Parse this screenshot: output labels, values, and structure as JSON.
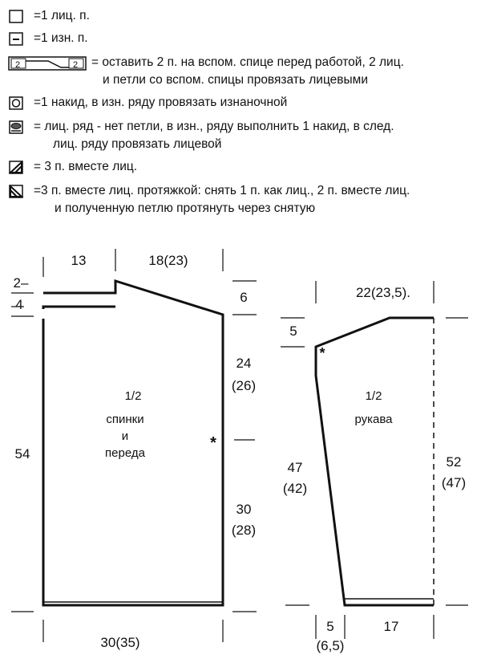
{
  "legend": [
    {
      "symbol": "empty-square-icon",
      "text": "=1 лиц. п."
    },
    {
      "symbol": "dash-square-icon",
      "text": "=1 изн. п."
    },
    {
      "symbol": "cable-cross-icon",
      "cable_left": "2",
      "cable_right": "2",
      "text": "= оставить 2 п. на вспом. спице перед работой, 2 лиц.",
      "text2": "и петли со вспом. спицы провязать лицевыми"
    },
    {
      "symbol": "circle-square-icon",
      "text": "=1 накид, в изн. ряду провязать изнаночной"
    },
    {
      "symbol": "filled-oval-square-icon",
      "text": "= лиц. ряд - нет петли, в изн., ряду выполнить 1 накид, в след.",
      "text2": "лиц. ряду провязать лицевой"
    },
    {
      "symbol": "right-slant-square-icon",
      "text": "= 3 п. вместе лиц."
    },
    {
      "symbol": "left-slant-square-icon",
      "text": "=3 п. вместе лиц. протяжкой: снять 1 п. как лиц., 2 п. вместе лиц.",
      "text2": "и полученную петлю протянуть через снятую"
    }
  ],
  "body_piece": {
    "label_line1": "1/2",
    "label_line2": "спинки",
    "label_line3": "и",
    "label_line4": "переда",
    "dim_top_left": "13",
    "dim_top_right": "18(23)",
    "dim_shoulder_top": "2–",
    "dim_shoulder_bottom": "4",
    "dim_neck_drop": "6",
    "dim_armhole_a": "24",
    "dim_armhole_b": "(26)",
    "dim_side_a": "30",
    "dim_side_b": "(28)",
    "dim_total_height": "54",
    "dim_width": "30(35)",
    "marker": "*"
  },
  "sleeve_piece": {
    "label_line1": "1/2",
    "label_line2": "рукава",
    "dim_top": "22(23,5).",
    "dim_cap": "5",
    "dim_left_a": "47",
    "dim_left_b": "(42)",
    "dim_right_a": "52",
    "dim_right_b": "(47)",
    "dim_bottom_left_a": "5",
    "dim_bottom_left_b": "(6,5)",
    "dim_bottom_right": "17",
    "marker": "*"
  }
}
